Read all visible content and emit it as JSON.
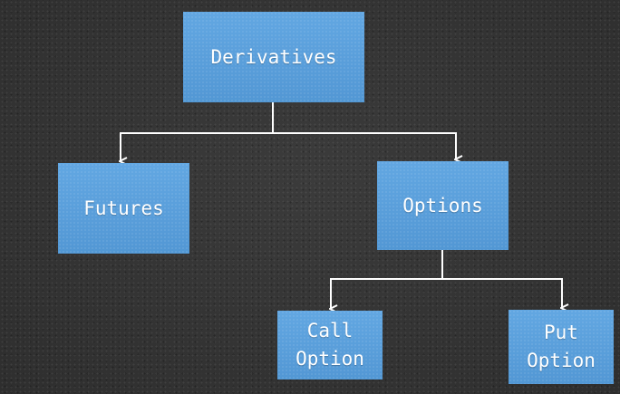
{
  "diagram": {
    "nodes": [
      {
        "id": "derivatives",
        "label": "Derivatives"
      },
      {
        "id": "futures",
        "label": "Futures"
      },
      {
        "id": "options",
        "label": "Options"
      },
      {
        "id": "call-option",
        "label": "Call\nOption"
      },
      {
        "id": "put-option",
        "label": "Put\nOption"
      }
    ],
    "edges": [
      {
        "from": "derivatives",
        "to": "futures"
      },
      {
        "from": "derivatives",
        "to": "options"
      },
      {
        "from": "options",
        "to": "call-option"
      },
      {
        "from": "options",
        "to": "put-option"
      }
    ],
    "colors": {
      "node_fill": "#5aa0dc",
      "node_text": "#ffffff",
      "connector": "#ffffff",
      "background": "#333333"
    }
  }
}
